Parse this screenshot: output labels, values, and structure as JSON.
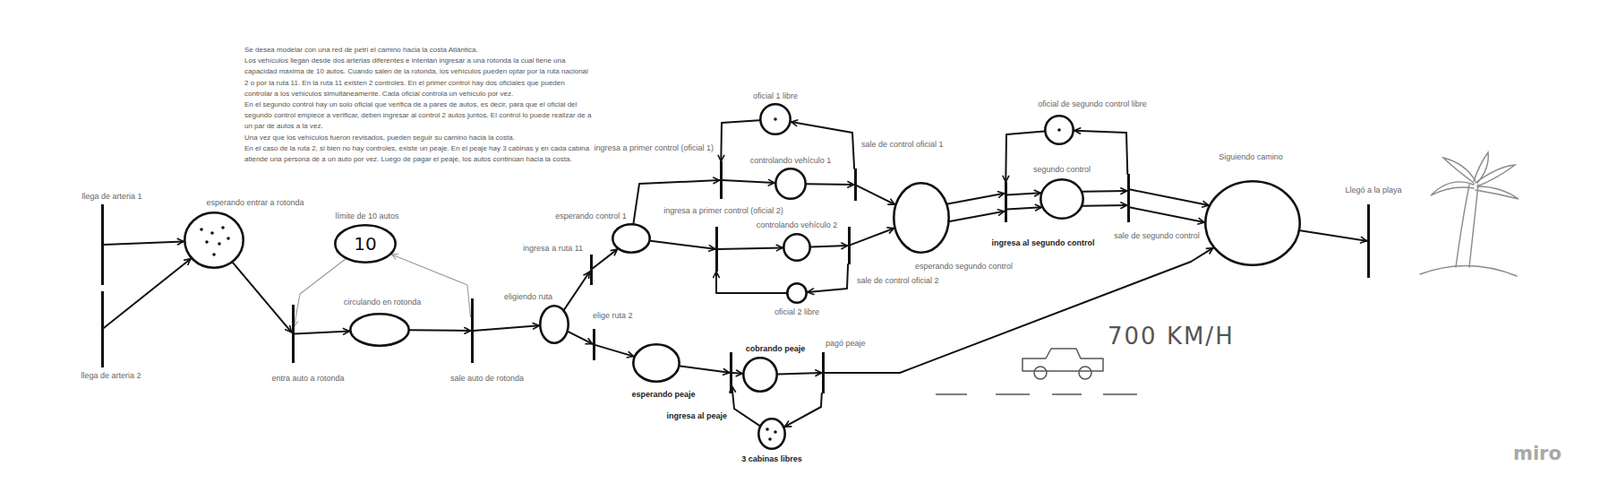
{
  "diagram": {
    "nodes": [
      {
        "text": [
          "llega de arteria 1"
        ]
      },
      {
        "text": [
          "llega de arteria 2"
        ]
      },
      {
        "text": [
          "esperando entrar a rotonda"
        ]
      },
      {
        "text": [
          "límite de 10 autos",
          "10"
        ]
      },
      {
        "text": [
          "entra auto a rotonda"
        ]
      },
      {
        "text": [
          "circulando en rotonda"
        ]
      },
      {
        "text": [
          "sale auto de rotonda"
        ]
      },
      {
        "text": [
          "eligiendo ruta"
        ]
      },
      {
        "text": [
          "ingresa a ruta 11"
        ]
      },
      {
        "text": [
          "elige ruta 2"
        ]
      },
      {
        "text": [
          "esperando control 1"
        ]
      },
      {
        "text": [
          "ingresa a primer control (oficial 1)"
        ]
      },
      {
        "text": [
          "oficial 1 libre"
        ]
      },
      {
        "text": [
          "controlando vehículo 1"
        ]
      },
      {
        "text": [
          "sale de control oficial 1"
        ]
      },
      {
        "text": [
          "ingresa a primer control (oficial 2)"
        ]
      },
      {
        "text": [
          "controlando vehículo 2"
        ]
      },
      {
        "text": [
          "sale de control oficial 2"
        ]
      },
      {
        "text": [
          "oficial 2 libre"
        ]
      },
      {
        "text": [
          "esperando segundo control"
        ]
      },
      {
        "text": [
          "ingresa al segundo control"
        ]
      },
      {
        "text": [
          "oficial de segundo control libre"
        ]
      },
      {
        "text": [
          "segundo control"
        ]
      },
      {
        "text": [
          "sale de segundo control"
        ]
      },
      {
        "text": [
          "Siguiendo camino"
        ]
      },
      {
        "text": [
          "Llegó a la playa"
        ]
      },
      {
        "text": [
          "esperando peaje"
        ]
      },
      {
        "text": [
          "ingresa al peaje"
        ]
      },
      {
        "text": [
          "cobrando peaje"
        ]
      },
      {
        "text": [
          "pagó peaje"
        ]
      },
      {
        "text": [
          "3 cabinas libres"
        ]
      }
    ],
    "edges": [
      {
        "from": 0,
        "to": 2,
        "arrow": "to"
      },
      {
        "from": 1,
        "to": 2,
        "arrow": "to"
      },
      {
        "from": 2,
        "to": 4,
        "arrow": "to"
      },
      {
        "from": 3,
        "to": 4,
        "arrow": "to"
      },
      {
        "from": 4,
        "to": 5,
        "arrow": "to"
      },
      {
        "from": 5,
        "to": 6,
        "arrow": "to"
      },
      {
        "from": 6,
        "to": 3,
        "arrow": "to"
      },
      {
        "from": 6,
        "to": 7,
        "arrow": "to"
      },
      {
        "from": 7,
        "to": 8,
        "arrow": "to"
      },
      {
        "from": 7,
        "to": 9,
        "arrow": "to"
      },
      {
        "from": 8,
        "to": 10,
        "arrow": "to"
      },
      {
        "from": 10,
        "to": 11,
        "arrow": "to"
      },
      {
        "from": 10,
        "to": 15,
        "arrow": "to"
      },
      {
        "from": 12,
        "to": 11,
        "arrow": "to"
      },
      {
        "from": 11,
        "to": 13,
        "arrow": "to"
      },
      {
        "from": 13,
        "to": 14,
        "arrow": "to"
      },
      {
        "from": 14,
        "to": 12,
        "arrow": "to"
      },
      {
        "from": 14,
        "to": 19,
        "arrow": "to"
      },
      {
        "from": 15,
        "to": 16,
        "arrow": "to"
      },
      {
        "from": 16,
        "to": 17,
        "arrow": "to"
      },
      {
        "from": 17,
        "to": 19,
        "arrow": "to"
      },
      {
        "from": 17,
        "to": 18,
        "arrow": "to"
      },
      {
        "from": 18,
        "to": 15,
        "arrow": "to"
      },
      {
        "from": 19,
        "to": 20,
        "arrow": "to"
      },
      {
        "from": 19,
        "to": 20,
        "arrow": "to"
      },
      {
        "from": 21,
        "to": 20,
        "arrow": "to"
      },
      {
        "from": 20,
        "to": 22,
        "arrow": "to"
      },
      {
        "from": 20,
        "to": 22,
        "arrow": "to"
      },
      {
        "from": 22,
        "to": 23,
        "arrow": "to"
      },
      {
        "from": 22,
        "to": 23,
        "arrow": "to"
      },
      {
        "from": 23,
        "to": 21,
        "arrow": "to"
      },
      {
        "from": 23,
        "to": 24,
        "arrow": "to"
      },
      {
        "from": 23,
        "to": 24,
        "arrow": "to"
      },
      {
        "from": 24,
        "to": 25,
        "arrow": "to"
      },
      {
        "from": 9,
        "to": 26,
        "arrow": "to"
      },
      {
        "from": 26,
        "to": 27,
        "arrow": "to"
      },
      {
        "from": 30,
        "to": 27,
        "arrow": "to"
      },
      {
        "from": 27,
        "to": 28,
        "arrow": "to"
      },
      {
        "from": 28,
        "to": 29,
        "arrow": "to"
      },
      {
        "from": 29,
        "to": 30,
        "arrow": "to"
      },
      {
        "from": 29,
        "to": 24,
        "arrow": "to"
      }
    ],
    "labels": [
      "Se desea modelar con una red de petri el camino hacia la costa Atlántica.",
      "Los vehículos llegan desde dos arterias diferentes e intentan ingresar a una rotonda la cual tiene una capacidad máxima de 10 autos. Cuando salen de la rotonda, los vehículos pueden optar por la ruta nacional 2 o por la ruta 11. En la ruta 11 existen 2 controles. En el primer control hay dos oficiales que pueden controlar a los vehículos simultáneamente. Cada oficial controla un vehículo por vez.",
      "En el segundo control hay un solo oficial que verifica de a pares de autos, es decir, para que el oficial del segundo control empiece a verificar, deben ingresar al control 2 autos juntos. El control lo puede realizar de a un par de autos a la vez.",
      "Una vez que los vehículos fueron revisados, pueden seguir su camino hacia la costa.",
      "En el caso de la ruta 2, si bien no hay controles, existe un peaje. En el peaje hay 3 cabinas y en cada cabina atiende una persona de a un auto por vez. Luego de pagar el peaje, los autos continúan hacia la costa.",
      "700 KM/H",
      "miro"
    ]
  }
}
